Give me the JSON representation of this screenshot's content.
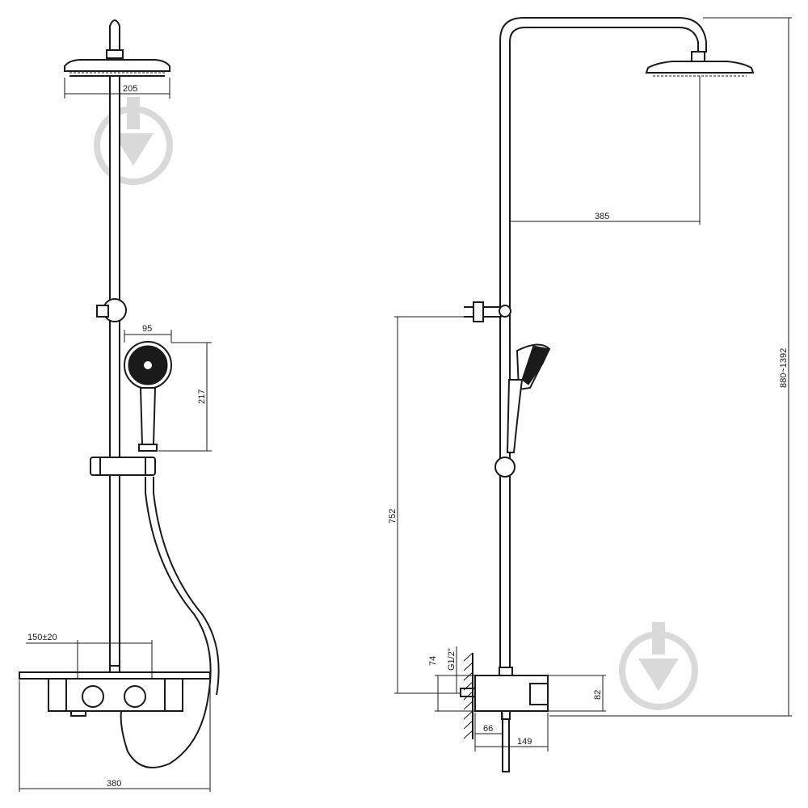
{
  "dimensions": {
    "head_width": "205",
    "handset_width": "95",
    "handset_height": "217",
    "mixer_spacing": "150±20",
    "mixer_width": "380",
    "arm_reach": "385",
    "total_height": "880~1392",
    "bracket_height": "752",
    "thread": "G1/2\"",
    "inlet_height": "74",
    "mixer_height": "82",
    "wall_offset": "66",
    "mixer_depth": "149"
  },
  "watermark": {
    "icon": "download-arrow-logo",
    "color": "#d9d9d9"
  },
  "colors": {
    "line": "#1a1a1a",
    "background": "#ffffff"
  }
}
